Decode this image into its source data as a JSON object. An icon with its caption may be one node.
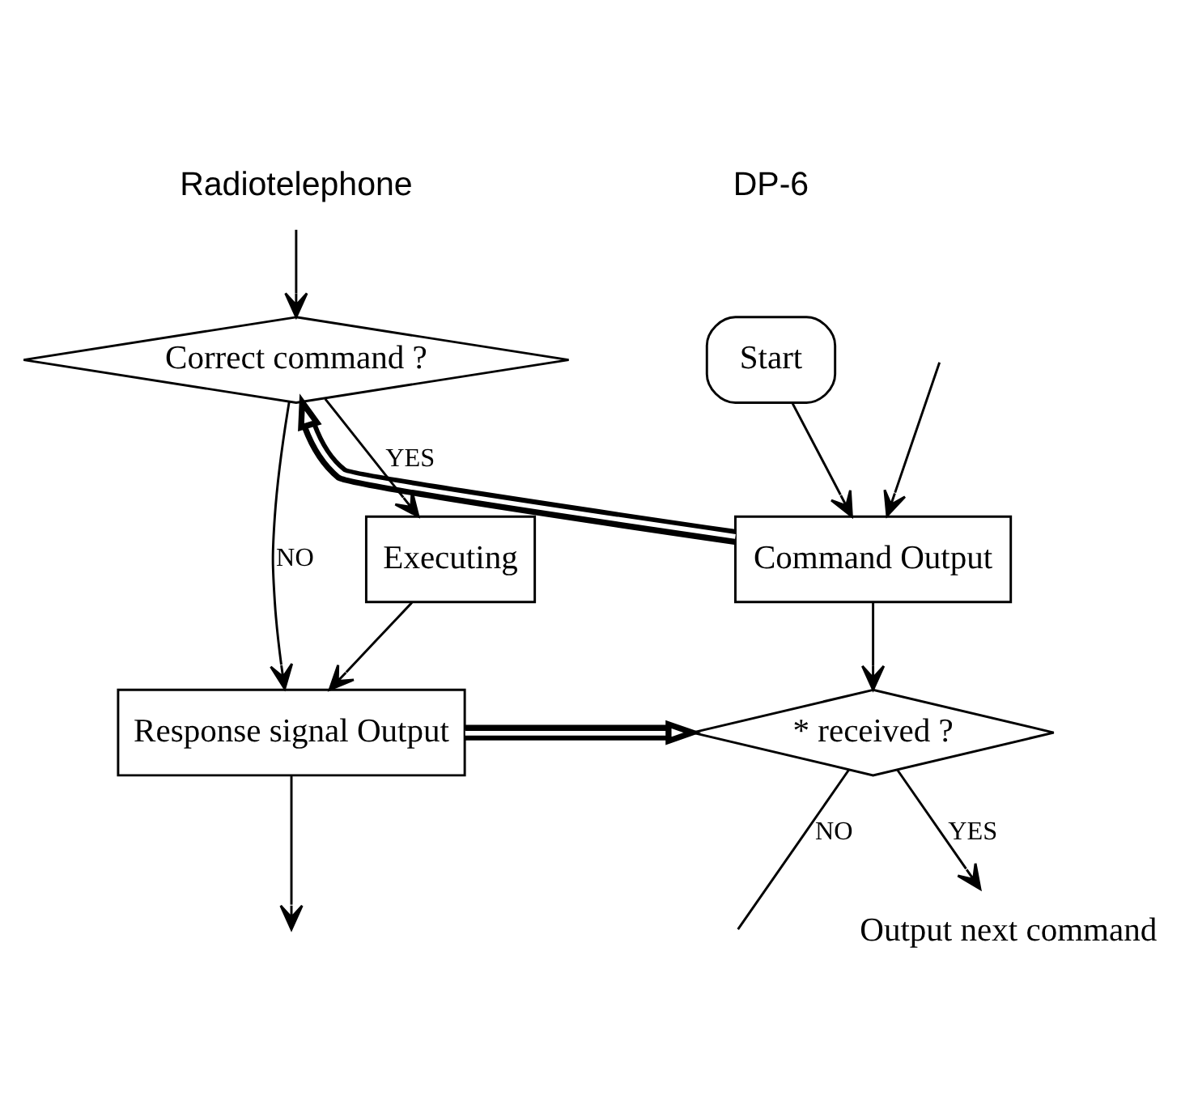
{
  "diagram": {
    "nodes": [
      {
        "text": [
          "Radiotelephone"
        ]
      },
      {
        "text": [
          "Start"
        ]
      },
      {
        "text": [
          "Command Output"
        ]
      },
      {
        "text": [
          "Correct command ?"
        ]
      },
      {
        "text": [
          "Executing"
        ]
      },
      {
        "text": [
          "* received ?"
        ]
      },
      {
        "text": [
          "Response signal Output"
        ]
      },
      {
        "text": [
          "Output next command"
        ]
      }
    ],
    "edges": [
      {
        "from": 0,
        "to": 3,
        "arrow": "to"
      },
      {
        "from": 1,
        "to": 2,
        "arrow": "to"
      },
      {
        "from": null,
        "to": 2,
        "arrow": "to"
      },
      {
        "from": 2,
        "to": 3,
        "arrow": "to",
        "style": "thick"
      },
      {
        "from": 3,
        "to": 4,
        "arrow": "to",
        "label": "YES"
      },
      {
        "from": 3,
        "to": 6,
        "arrow": "to",
        "label": "NO"
      },
      {
        "from": 4,
        "to": 6,
        "arrow": "to"
      },
      {
        "from": 6,
        "to": 5,
        "arrow": "to",
        "style": "thick"
      },
      {
        "from": 2,
        "to": 5,
        "arrow": "to"
      },
      {
        "from": 5,
        "to": null,
        "arrow": "none",
        "label": "NO"
      },
      {
        "from": 5,
        "to": 7,
        "arrow": "to",
        "label": "YES"
      },
      {
        "from": 6,
        "to": null,
        "arrow": "to"
      }
    ],
    "labels": [
      "DP-6"
    ]
  }
}
